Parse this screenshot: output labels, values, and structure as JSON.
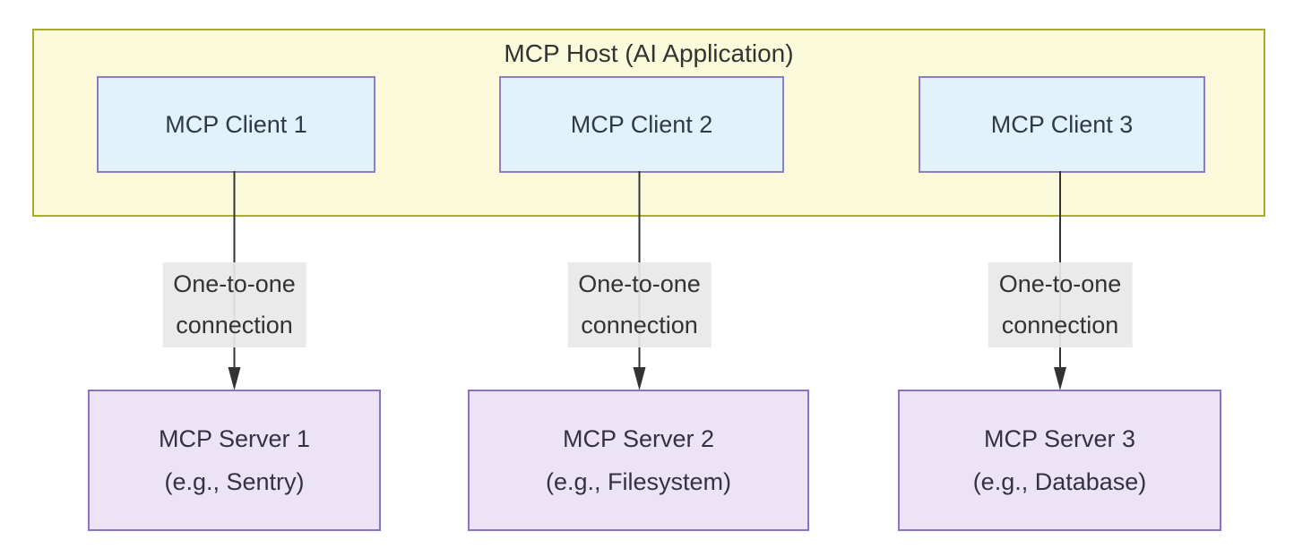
{
  "diagram": {
    "host": {
      "title": "MCP Host (AI Application)",
      "clients": [
        {
          "label": "MCP Client 1"
        },
        {
          "label": "MCP Client 2"
        },
        {
          "label": "MCP Client 3"
        }
      ]
    },
    "connections": [
      {
        "line1": "One-to-one",
        "line2": "connection"
      },
      {
        "line1": "One-to-one",
        "line2": "connection"
      },
      {
        "line1": "One-to-one",
        "line2": "connection"
      }
    ],
    "servers": [
      {
        "name": "MCP Server 1",
        "example": "(e.g., Sentry)"
      },
      {
        "name": "MCP Server 2",
        "example": "(e.g., Filesystem)"
      },
      {
        "name": "MCP Server 3",
        "example": "(e.g., Database)"
      }
    ],
    "colors": {
      "host_fill": "#fbfbdc",
      "host_border": "#aaaa33",
      "client_fill": "#e1f2fb",
      "client_border": "#8d7cc2",
      "server_fill": "#ede3f7",
      "server_border": "#8b72c5",
      "edge_label_bg": "#e8e8e8",
      "arrow": "#333333",
      "text": "#333333"
    }
  }
}
